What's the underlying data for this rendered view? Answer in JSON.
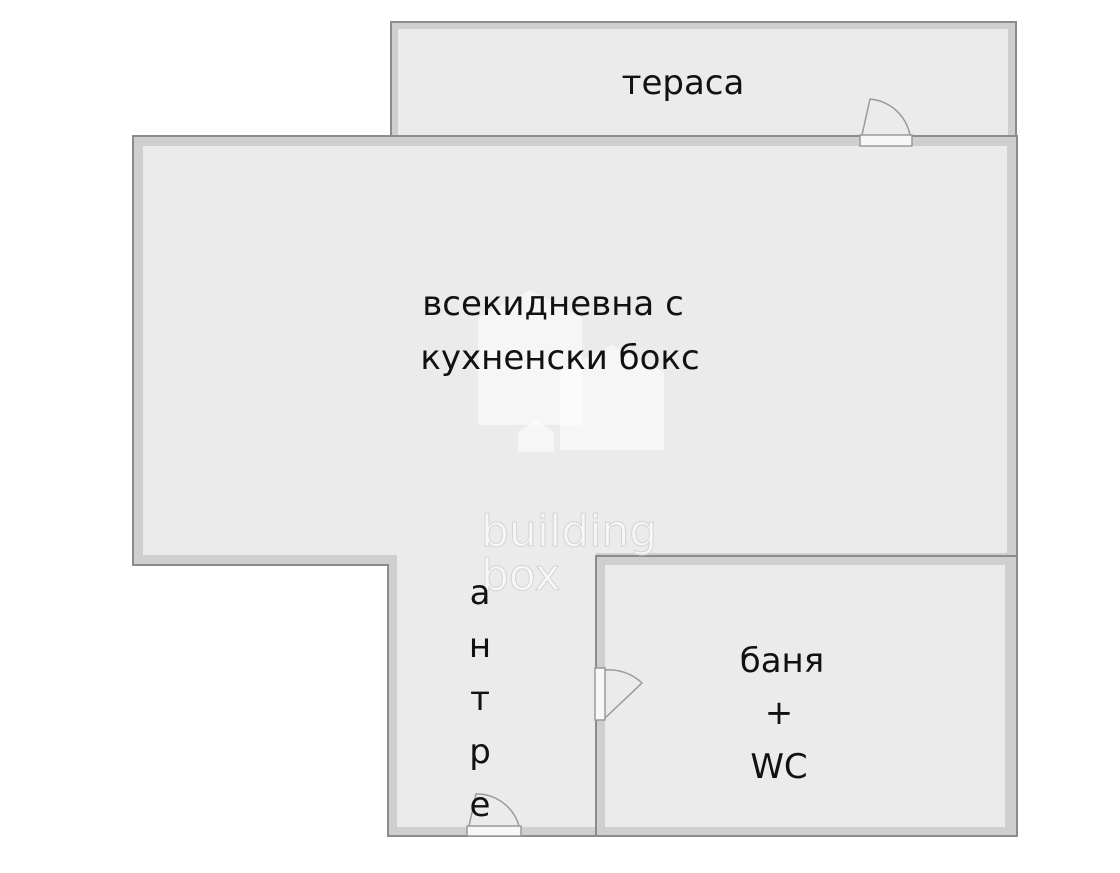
{
  "rooms": {
    "terrace": "тераса",
    "living_line1": "всекидневна с",
    "living_line2": "кухненски бокс",
    "hall_letters": [
      "а",
      "н",
      "т",
      "р",
      "е"
    ],
    "bath_line1": "баня",
    "bath_line2": "+",
    "bath_line3": "WC"
  },
  "watermark": {
    "line1": "building",
    "line2": "box"
  }
}
